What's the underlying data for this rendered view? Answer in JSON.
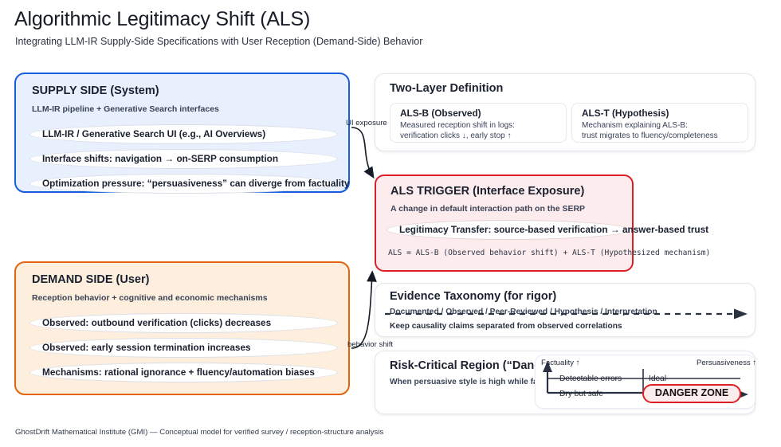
{
  "header": {
    "title": "Algorithmic Legitimacy Shift (ALS)",
    "subtitle": "Integrating LLM-IR Supply-Side Specifications with User Reception (Demand-Side) Behavior"
  },
  "supply_side": {
    "title": "SUPPLY SIDE (System)",
    "subtitle": "LLM-IR pipeline + Generative Search interfaces",
    "items": [
      "LLM-IR / Generative Search UI (e.g., AI Overviews)",
      "Interface shifts: navigation → on-SERP consumption",
      "Optimization pressure: “persuasiveness” can diverge from factuality"
    ],
    "border_color": "#1a5ee0",
    "fill_color": "#e8f0fd"
  },
  "demand_side": {
    "title": "DEMAND SIDE (User)",
    "subtitle": "Reception behavior + cognitive and economic mechanisms",
    "items": [
      "Observed: outbound verification (clicks) decreases",
      "Observed: early session termination increases",
      "Mechanisms: rational ignorance + fluency/automation biases"
    ],
    "border_color": "#e2640f",
    "fill_color": "#fdeedd"
  },
  "two_layer": {
    "title": "Two-Layer Definition",
    "cards": [
      {
        "title": "ALS-B (Observed)",
        "line1": "Measured reception shift in logs:",
        "line2": "verification clicks ↓, early stop ↑"
      },
      {
        "title": "ALS-T (Hypothesis)",
        "line1": "Mechanism explaining ALS-B:",
        "line2": "trust migrates to fluency/completeness"
      }
    ]
  },
  "als_trigger": {
    "title": "ALS TRIGGER (Interface Exposure)",
    "subtitle": "A change in default interaction path on the SERP",
    "pill": "Legitimacy Transfer: source-based verification → answer-based trust",
    "formula": "ALS = ALS-B (Observed behavior shift) + ALS-T (Hypothesized mechanism)",
    "border_color": "#dd1f26",
    "fill_color": "#fdeced"
  },
  "evidence": {
    "title": "Evidence Taxonomy (for rigor)",
    "scale": "Documented / Observed / Peer-Reviewed / Hypothesis / Interpretation",
    "note": "Keep causality claims separated from observed correlations"
  },
  "risk": {
    "title": "Risk-Critical Region (“Danger Zone”)",
    "subtitle": "When persuasive style is high while factuality is low",
    "matrix": {
      "y_axis": "Factuality",
      "y_axis_arrow": "↑",
      "x_axis": "Persuasiveness",
      "x_axis_arrow": "↑",
      "cell_top_left": "Detectable errors",
      "cell_top_right": "Ideal",
      "cell_bottom_left": "Dry but safe",
      "cell_bottom_right": "DANGER ZONE",
      "danger_border_color": "#dd1f26",
      "danger_fill_color": "#fdeced"
    }
  },
  "connectors": {
    "supply_to_trigger": "UI exposure",
    "demand_to_trigger": "behavior shift"
  },
  "footer": "GhostDrift Mathematical Institute (GMI) — Conceptual model for verified survey / reception-structure analysis"
}
